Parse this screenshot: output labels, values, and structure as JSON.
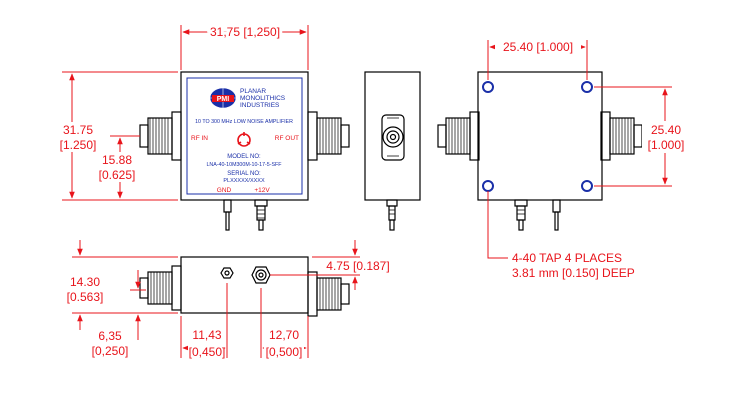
{
  "dimensions": {
    "top_width": "31,75 [1,250]",
    "left_height_mm": "31.75",
    "left_height_in": "[1.250]",
    "center_offset_mm": "15.88",
    "center_offset_in": "[0.625]",
    "hole_spacing_h": "25.40 [1.000]",
    "hole_spacing_v_mm": "25.40",
    "hole_spacing_v_in": "[1.000]",
    "bottom_height_mm": "14.30",
    "bottom_height_in": "[0.563]",
    "bottom_offset_mm": "6,35",
    "bottom_offset_in": "[0,250]",
    "pin1_mm": "11,43",
    "pin1_in": "[0,450]",
    "pin2_mm": "12,70",
    "pin2_in": "[0,500]",
    "conn_offset": "4.75 [0.187]"
  },
  "tap_note": {
    "line1": "4-40 TAP 4 PLACES",
    "line2": "3.81 mm [0.150] DEEP"
  },
  "label": {
    "logo_letters": "PMI",
    "company_line1": "PLANAR",
    "company_line2": "MONOLITHICS",
    "company_line3": "INDUSTRIES",
    "product": "10 TO 300 MHz LOW NOISE AMPLIFIER",
    "rf_in": "RF IN",
    "rf_out": "RF OUT",
    "model_heading": "MODEL NO:",
    "model_number": "LNA-40-10M300M-10-17-5-SFF",
    "serial_heading": "SERIAL NO:",
    "serial_number": "PLXXXXX/XXXX",
    "gnd": "GND",
    "vcc": "+12V"
  },
  "colors": {
    "dimension_red": "#e8141b",
    "label_blue": "#1a2fa8",
    "outline": "#000000"
  }
}
